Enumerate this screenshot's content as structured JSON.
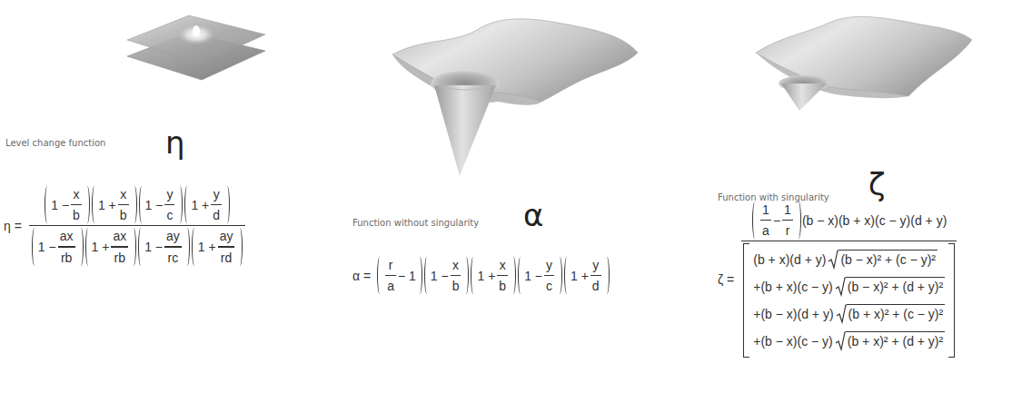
{
  "diagram": {
    "labels": [
      "Level change function",
      "η",
      "η =",
      "1 −",
      "x",
      "b",
      "1 +",
      "x",
      "b",
      "1 −",
      "y",
      "c",
      "1 +",
      "y",
      "d",
      "1 −",
      "ax",
      "rb",
      "1 +",
      "ax",
      "rb",
      "1 −",
      "ay",
      "rc",
      "1 +",
      "ay",
      "rd",
      "Function without singularity",
      "α",
      "α =",
      "r",
      "a",
      "− 1",
      "1 −",
      "x",
      "b",
      "1 +",
      "x",
      "b",
      "1 −",
      "y",
      "c",
      "1 +",
      "y",
      "d",
      "Function with singularity",
      "ζ",
      "ζ =",
      "1",
      "a",
      "−",
      "1",
      "r",
      "(b − x)(b + x)(c − y)(d + y)",
      "(b + x)(d + y)",
      "(b − x)² + (c − y)²",
      "+(b + x)(c − y)",
      "(b − x)² + (d + y)²",
      "+(b − x)(d + y)",
      "(b + x)² + (c − y)²",
      "+(b − x)(c − y)",
      "(b + x)² + (d + y)²"
    ]
  }
}
